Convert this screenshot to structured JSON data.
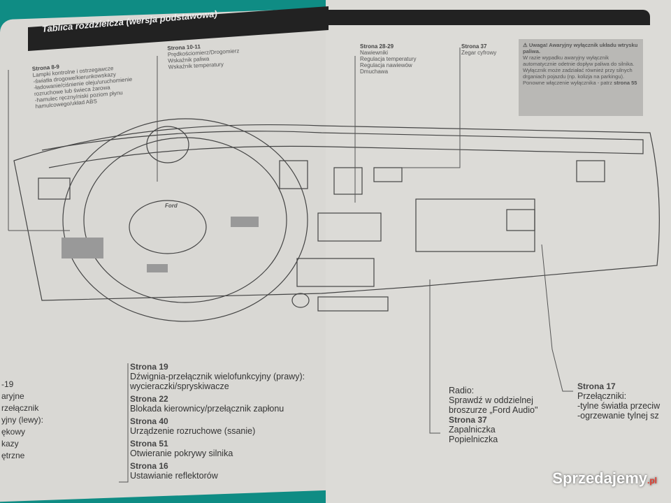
{
  "header": {
    "title": "Tablica rozdzielcza (wersja podstawowa)"
  },
  "callouts_top": [
    {
      "page": "Strona 8-9",
      "items": [
        "Lampki kontrolne i ostrzegawcze",
        "-światła drogowe/kierunkowskazy",
        "-ładowanie/ciśnienie oleju/uruchomienie",
        "rozruchowe lub świeca żarowa",
        "-hamulec ręczny/niski poziom płynu",
        "hamulcowego/układ ABS"
      ]
    },
    {
      "page": "Strona 10-11",
      "items": [
        "Prędkościomierz/Drogomierz",
        "Wskaźnik paliwa",
        "Wskaźnik temperatury"
      ]
    },
    {
      "page": "Strona 28-29",
      "items": [
        "Nawiewniki",
        "Regulacja temperatury",
        "Regulacja nawiewów",
        "Dmuchawa"
      ]
    },
    {
      "page": "Strona 37",
      "items": [
        "Zegar cyfrowy"
      ]
    }
  ],
  "warning": {
    "title": "Uwaga! Awaryjny wyłącznik układu wtrysku paliwa.",
    "body": "W razie wypadku awaryjny wyłącznik automatycznie odetnie dopływ paliwa do silnika. Wyłącznik może zadziałać również przy silnych drganiach pojazdu (np. kolizja na parkingu). Ponowne włączenie wyłącznika - patrz",
    "ref": "strona 55"
  },
  "steering_logo": "Ford",
  "left_edge": [
    "-19",
    "aryjne",
    "rzełącznik",
    "yjny (lewy):",
    "ękowy",
    "kazy",
    "ętrzne"
  ],
  "callouts_bottom": [
    {
      "page": "Strona 19",
      "text": "Dźwignia-przełącznik wielofunkcyjny (prawy): wycieraczki/spryskiwacze"
    },
    {
      "page": "Strona 22",
      "text": "Blokada kierownicy/przełącznik zapłonu"
    },
    {
      "page": "Strona 40",
      "text": "Urządzenie rozruchowe (ssanie)"
    },
    {
      "page": "Strona 51",
      "text": "Otwieranie pokrywy silnika"
    },
    {
      "page": "Strona 16",
      "text": "Ustawianie reflektorów"
    }
  ],
  "radio": {
    "label": "Radio:",
    "text1": "Sprawdź w oddzielnej",
    "text2": "broszurze „Ford Audio\"",
    "page": "Strona 37",
    "items": [
      "Zapalniczka",
      "Popielniczka"
    ]
  },
  "right": {
    "page": "Strona 17",
    "label": "Przełączniki:",
    "items": [
      "-tylne światła przeciw",
      "-ogrzewanie tylnej sz"
    ]
  },
  "watermark": {
    "text": "Sprzedajemy",
    "suffix": ".pl"
  }
}
